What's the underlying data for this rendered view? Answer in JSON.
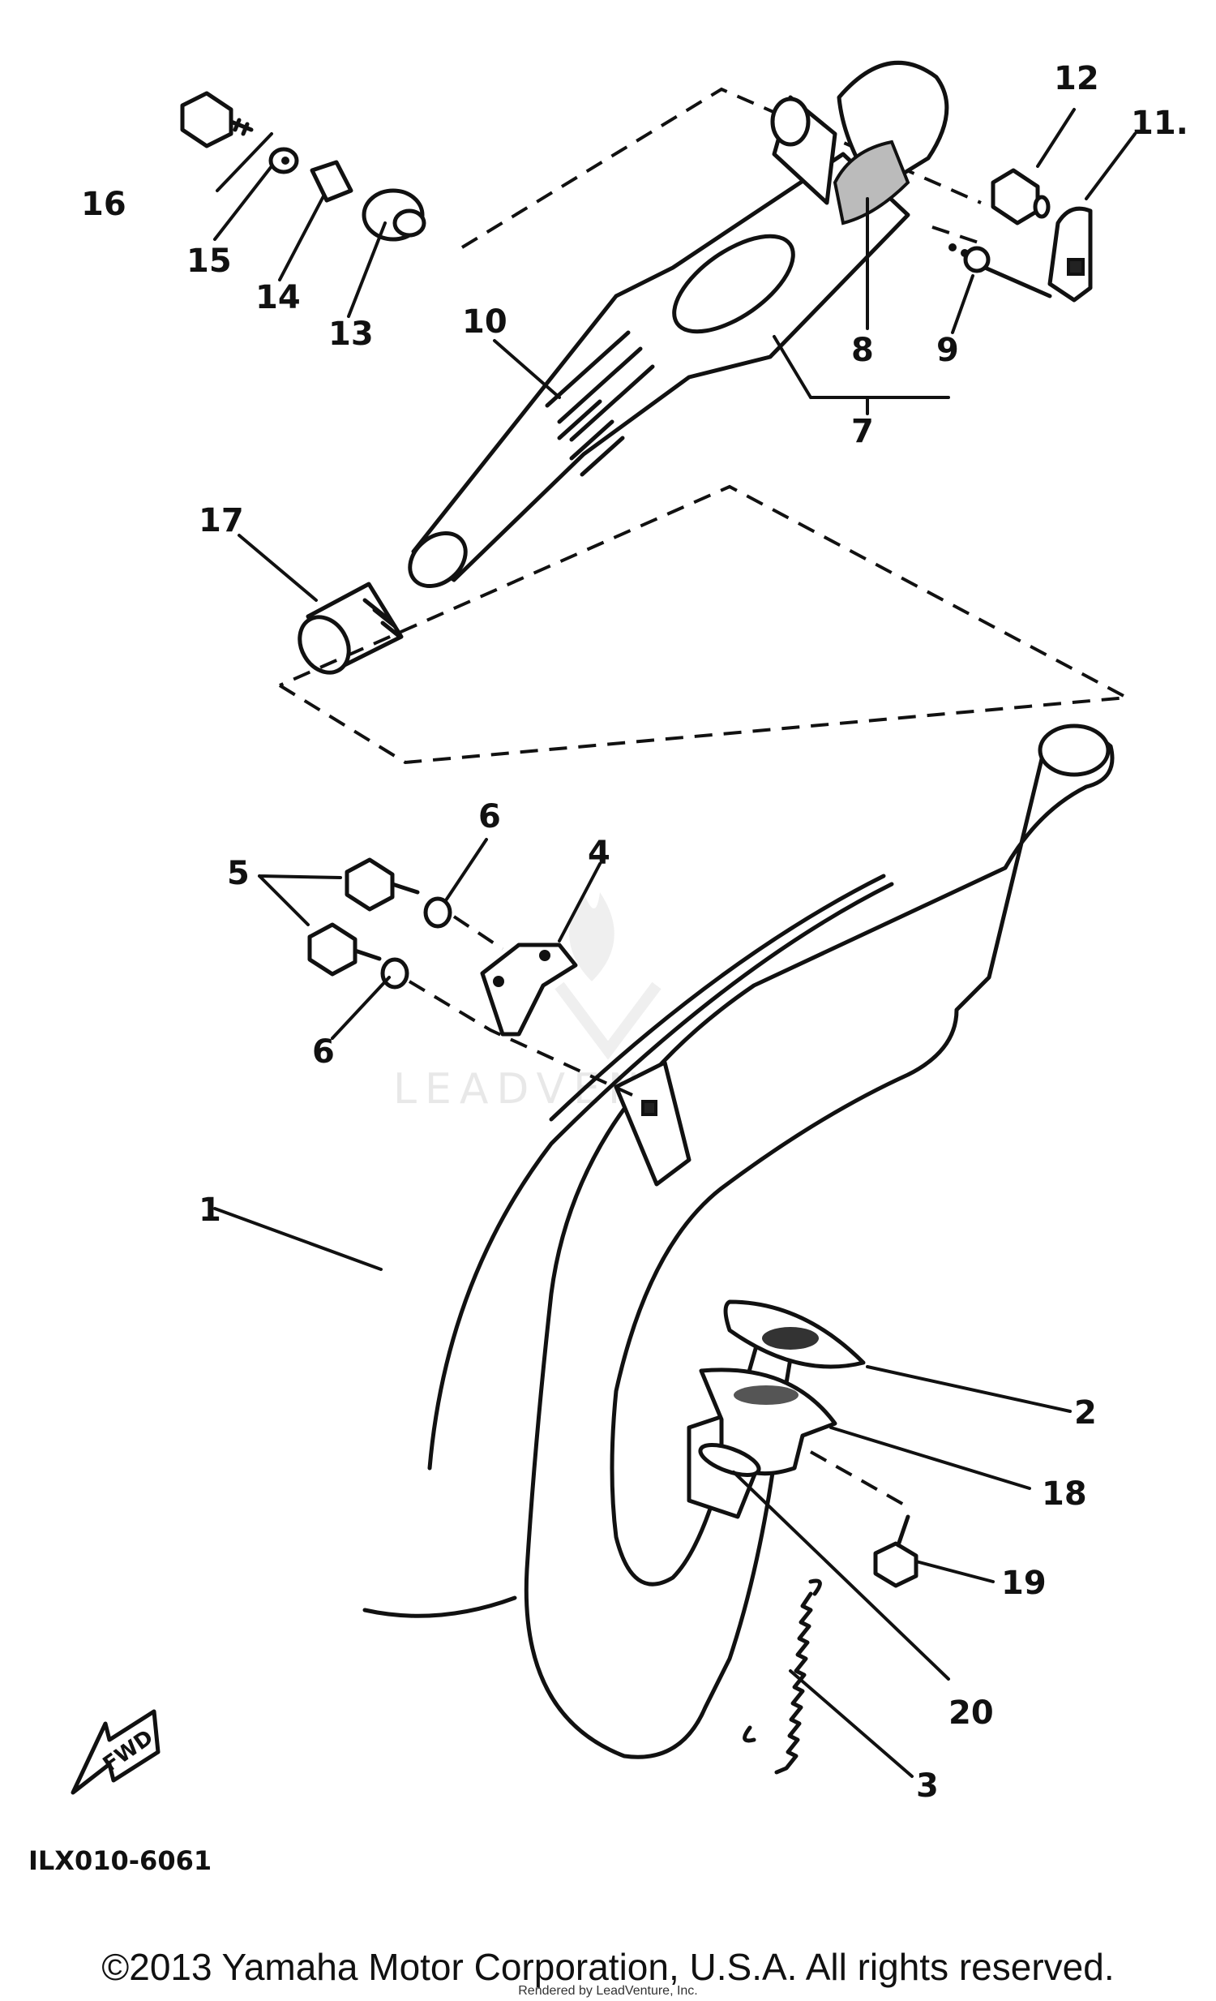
{
  "callouts": {
    "c1": "1",
    "c2": "2",
    "c3": "3",
    "c4": "4",
    "c5": "5",
    "c6a": "6",
    "c6b": "6",
    "c7": "7",
    "c8": "8",
    "c9": "9",
    "c10": "10",
    "c11": "11.",
    "c12": "12",
    "c13": "13",
    "c14": "14",
    "c15": "15",
    "c16": "16",
    "c17": "17",
    "c18": "18",
    "c19": "19",
    "c20": "20"
  },
  "fwd_label": "FWD",
  "drawing_code": "ILX010-6061",
  "watermark": "LEADVENTURE",
  "copyright": "©2013 Yamaha Motor Corporation, U.S.A. All rights reserved.",
  "rendered_by": "Rendered by LeadVenture, Inc."
}
